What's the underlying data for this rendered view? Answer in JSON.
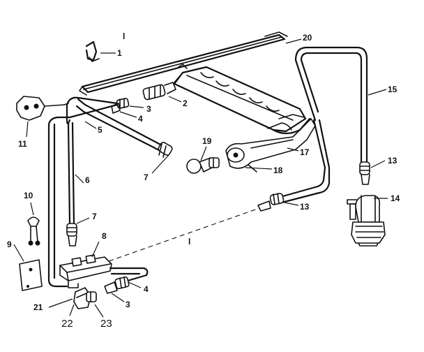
{
  "callouts": {
    "c1": "1",
    "c2": "2",
    "c3a": "3",
    "c3b": "3",
    "c4a": "4",
    "c4b": "4",
    "c5": "5",
    "c6": "6",
    "c7a": "7",
    "c7b": "7",
    "c8": "8",
    "c9": "9",
    "c10": "10",
    "c11": "11",
    "c13a": "13",
    "c13b": "13",
    "c14": "14",
    "c15": "15",
    "c17": "17",
    "c18": "18",
    "c19": "19",
    "c20": "20",
    "c21": "21",
    "c22": "22",
    "c23": "23"
  },
  "stray_marks": {
    "tick1": "l",
    "tick2": "l"
  },
  "colors": {
    "ink": "#111111",
    "paper": "#ffffff"
  }
}
